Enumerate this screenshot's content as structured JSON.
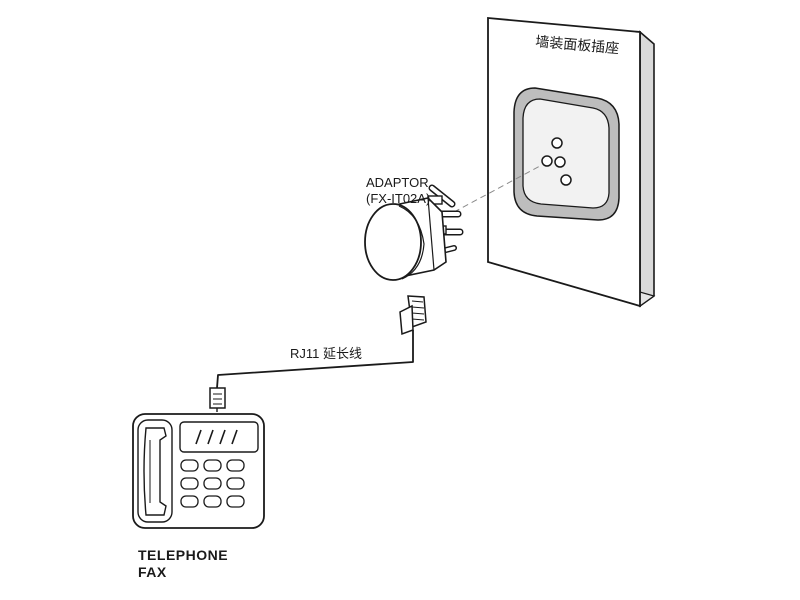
{
  "labels": {
    "wall_panel": "墙装面板插座",
    "adaptor_line1": "ADAPTOR",
    "adaptor_line2": "(FX-IT02A)",
    "cable": "RJ11 延长线",
    "device_line1": "TELEPHONE",
    "device_line2": "FAX"
  },
  "colors": {
    "stroke": "#1a1a1a",
    "panel_face": "#ffffff",
    "panel_side": "#d9d9d9",
    "socket_bevel": "#bdbdbd",
    "socket_face": "#f2f2f2",
    "dashed_guide": "#8a8a8a"
  }
}
